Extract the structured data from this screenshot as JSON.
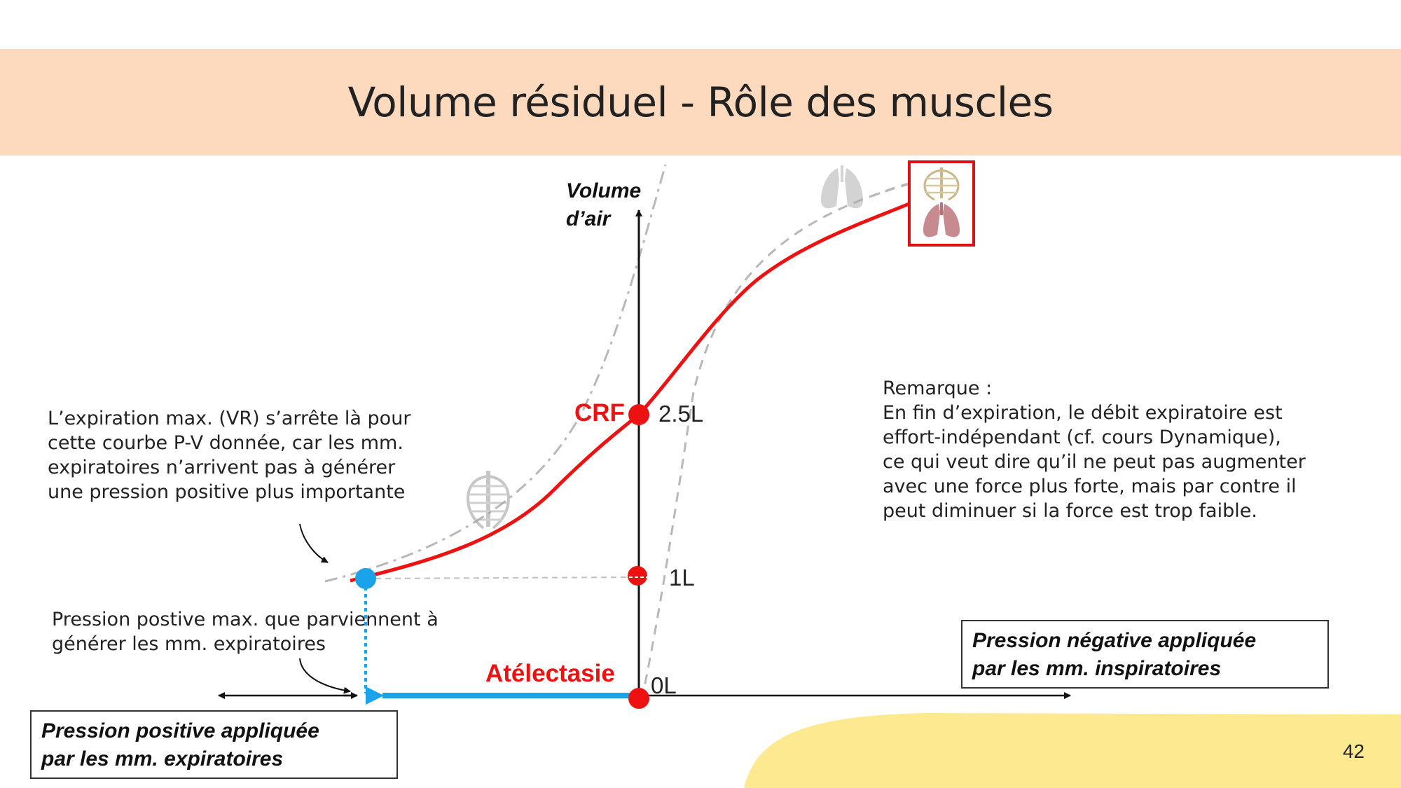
{
  "slide": {
    "title": "Volume résiduel - Rôle des muscles",
    "page_number": "42"
  },
  "axes": {
    "y_label_line1": "Volume",
    "y_label_line2": "d’air",
    "ticks": {
      "crf_volume": "2.5L",
      "vr_volume": "1L",
      "zero": "0L"
    }
  },
  "markers": {
    "crf": "CRF",
    "atelectasis": "Atélectasie"
  },
  "notes": {
    "left": [
      "L’expiration max. (VR) s’arrête là pour",
      "cette courbe P-V donnée, car les mm.",
      "expiratoires n’arrivent pas à générer",
      "une pression positive plus importante"
    ],
    "pressure": [
      "Pression postive max. que parviennent à",
      "générer les mm. expiratoires"
    ],
    "remark": [
      "Remarque :",
      "En fin d’expiration, le débit expiratoire est",
      "effort-indépendant (cf. cours Dynamique),",
      "ce qui veut dire qu’il ne peut pas augmenter",
      "avec une force plus forte, mais par contre il",
      "peut diminuer si la force est trop faible."
    ]
  },
  "boxes": {
    "positive": [
      "Pression positive appliquée",
      "par les mm. expiratoires"
    ],
    "negative": [
      "Pression négative appliquée",
      "par les mm. inspiratoires"
    ]
  },
  "icons": [
    "ribcage-icon",
    "lungs-icon",
    "ribcage-lungs-icon"
  ],
  "colors": {
    "title_band": "#fdd9bd",
    "curve": "#ee1111",
    "pressure_arrow": "#1aa3e8",
    "vr_point": "#1aa3e8",
    "highlight_box": "#e01010",
    "footer_blob": "#fde98f"
  }
}
